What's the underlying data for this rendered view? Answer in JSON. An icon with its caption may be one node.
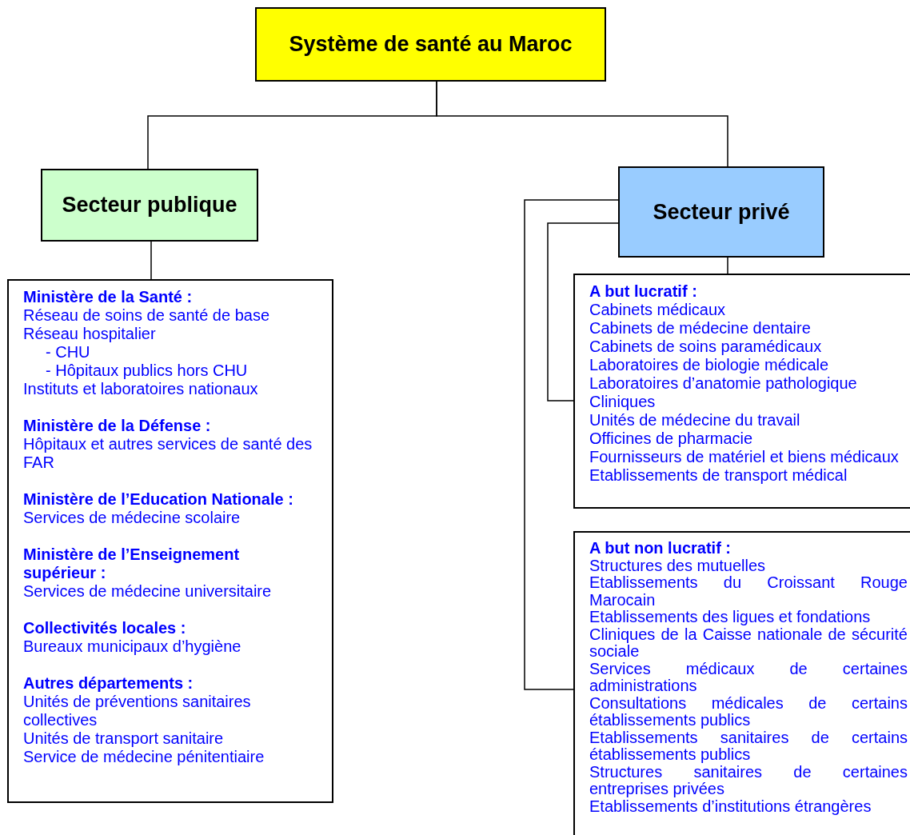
{
  "diagram": {
    "nodes": [
      {
        "text": [
          "Système de santé au Maroc"
        ]
      },
      {
        "text": [
          "Secteur publique"
        ]
      },
      {
        "text": [],
        "shape": "box"
      },
      {
        "text": [
          "Ministère de la Santé :",
          "Réseau de soins de santé de base",
          "Réseau hospitalier",
          "-  CHU",
          "-  Hôpitaux publics hors CHU",
          "Instituts et laboratoires nationaux"
        ],
        "in": 2
      },
      {
        "text": [
          "Ministère de la Défense :",
          "Hôpitaux et autres services de santé des FAR"
        ],
        "in": 2
      },
      {
        "text": [
          "Ministère de l’Education Nationale :",
          "Services de médecine scolaire"
        ],
        "in": 2
      },
      {
        "text": [
          "Ministère de l’Enseignement supérieur :",
          "Services de médecine universitaire"
        ],
        "in": 2
      },
      {
        "text": [
          "Collectivités locales :",
          "Bureaux municipaux d’hygiène"
        ],
        "in": 2
      },
      {
        "text": [
          "Autres départements :",
          "Unités de préventions sanitaires collectives",
          "Unités de transport sanitaire",
          "Service de médecine pénitentiaire"
        ],
        "in": 2
      },
      {
        "text": [
          "Secteur privé"
        ]
      },
      {
        "text": [
          "A but lucratif :",
          "Cabinets médicaux",
          "Cabinets de médecine dentaire",
          "Cabinets de soins paramédicaux",
          "Laboratoires de biologie médicale",
          "Laboratoires d’anatomie pathologique",
          "Cliniques",
          "Unités de médecine du travail",
          "Officines de pharmacie",
          "Fournisseurs de matériel et biens médicaux",
          "Etablissements de transport médical"
        ]
      },
      {
        "text": [
          "A but non lucratif :",
          "Structures des mutuelles",
          "Etablissements du Croissant Rouge Marocain",
          "Etablissements des ligues et fondations",
          "Cliniques de la Caisse nationale de sécurité sociale",
          "Services médicaux de certaines administrations",
          "Consultations médicales de certains établissements publics",
          "Etablissements sanitaires de certains établissements publics",
          "Structures sanitaires de certaines entreprises privées",
          "Etablissements d’institutions étrangères"
        ]
      }
    ],
    "edges": [
      {
        "from": 0,
        "to": 1,
        "arrow": "none"
      },
      {
        "from": 0,
        "to": 9,
        "arrow": "none"
      },
      {
        "from": 1,
        "to": 2,
        "arrow": "none"
      },
      {
        "from": 9,
        "to": 10,
        "arrow": "none"
      },
      {
        "from": 9,
        "to": 11,
        "arrow": "none"
      },
      {
        "from": 9,
        "to": 10,
        "arrow": "none"
      }
    ]
  }
}
